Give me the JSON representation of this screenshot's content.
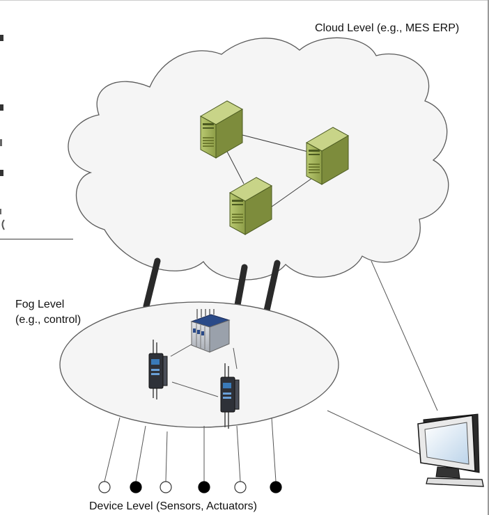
{
  "labels": {
    "cloud": "Cloud Level (e.g., MES ERP)",
    "fog_line1": "Fog Level",
    "fog_line2": "(e.g., control)",
    "device": "Device Level (Sensors, Actuators)"
  },
  "colors": {
    "cloud_fill": "#f5f5f5",
    "outline": "#5a5a5a",
    "server_front": "#a8b860",
    "server_side": "#7d8c3c",
    "server_top": "#c8d488",
    "sensor_fill": "#ffffff",
    "actuator_fill": "#000000",
    "fog_link": "#2a2a2a"
  },
  "icons": [
    "server-icon",
    "plc-rack-icon",
    "controller-icon",
    "monitor-icon",
    "sensor-node-icon",
    "actuator-node-icon"
  ]
}
